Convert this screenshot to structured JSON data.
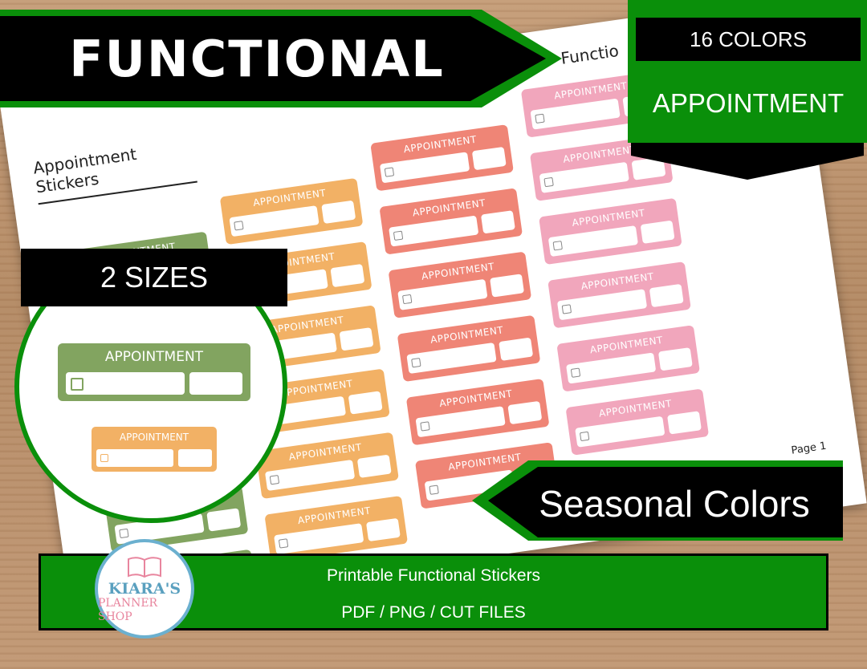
{
  "banner": {
    "title": "FUNCTIONAL",
    "colors_count": "16 COLORS",
    "sticker_type": "APPOINTMENT",
    "sizes": "2 SIZES",
    "seasonal": "Seasonal Colors"
  },
  "sheet": {
    "header": "Functio",
    "title": "Appointment Stickers",
    "page": "Page 1",
    "sticker_label": "APPOINTMENT"
  },
  "samples": {
    "big_label": "APPOINTMENT",
    "small_label": "APPOINTMENT"
  },
  "footer": {
    "line1": "Printable Functional Stickers",
    "line2": "PDF / PNG / CUT FILES"
  },
  "logo": {
    "name1": "KIARA'S",
    "name2": "PLANNER SHOP"
  },
  "colors": {
    "green_accent": "#0a8f0a",
    "sticker_green": "#82a460",
    "sticker_orange": "#f2b165",
    "sticker_salmon": "#ef8576",
    "sticker_pink": "#f1a6bc"
  }
}
